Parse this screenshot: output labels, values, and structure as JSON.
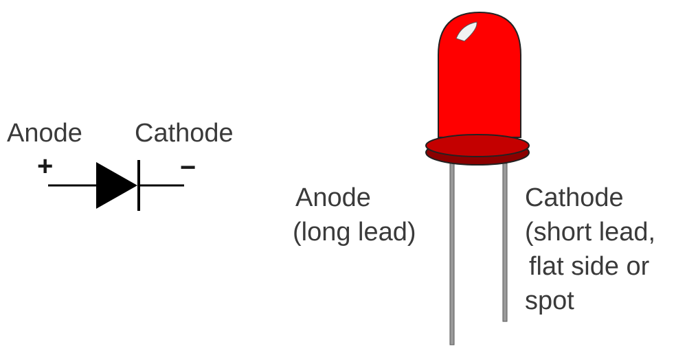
{
  "symbol": {
    "anode_label": "Anode",
    "cathode_label": "Cathode",
    "plus_sign": "+",
    "minus_sign": "−"
  },
  "led": {
    "anode_label": "Anode",
    "anode_note": "(long lead)",
    "cathode_label": "Cathode",
    "cathode_note_line1": "(short lead,",
    "cathode_note_line2": "flat side or",
    "cathode_note_line3": "spot"
  },
  "colors": {
    "led_body": "#ff0000",
    "led_rim": "#b30000",
    "lead": "#9a9a9a",
    "symbol": "#000000",
    "text": "#3a3a3a"
  }
}
